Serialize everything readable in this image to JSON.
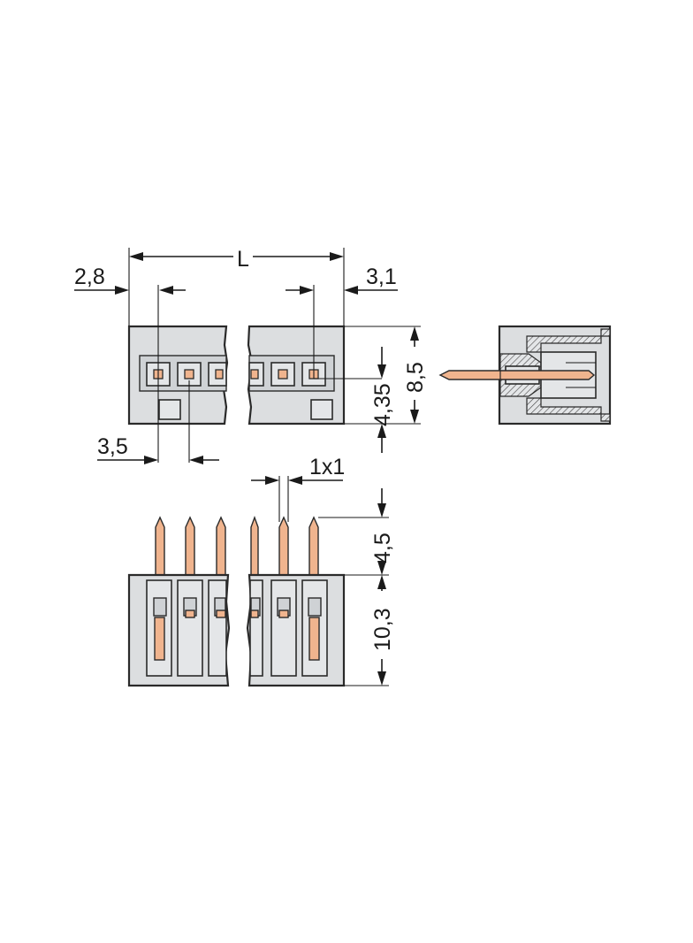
{
  "drawing": {
    "dimensions": {
      "length": "L",
      "left_margin": "2,8",
      "right_margin": "3,1",
      "pitch": "3,5",
      "height_total": "8,5",
      "height_pin": "4,35",
      "pin_cross_section": "1x1",
      "pin_length": "4,5",
      "body_height": "10,3"
    },
    "colors": {
      "housing": "#dcdee0",
      "pin": "#f0b48e",
      "line": "#1a1a1a"
    }
  }
}
